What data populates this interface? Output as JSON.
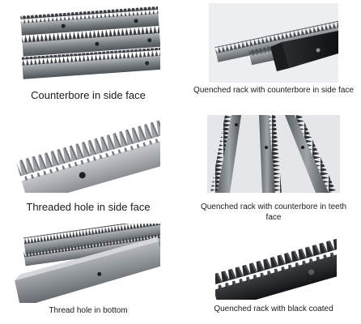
{
  "captions": [
    "Counterbore in side face",
    "Quenched rack with counterbore in side face",
    "Threaded hole in side face",
    "Quenched rack with counterbore in teeth face",
    "Thread hole in bottom",
    "Quenched rack with black coated"
  ]
}
